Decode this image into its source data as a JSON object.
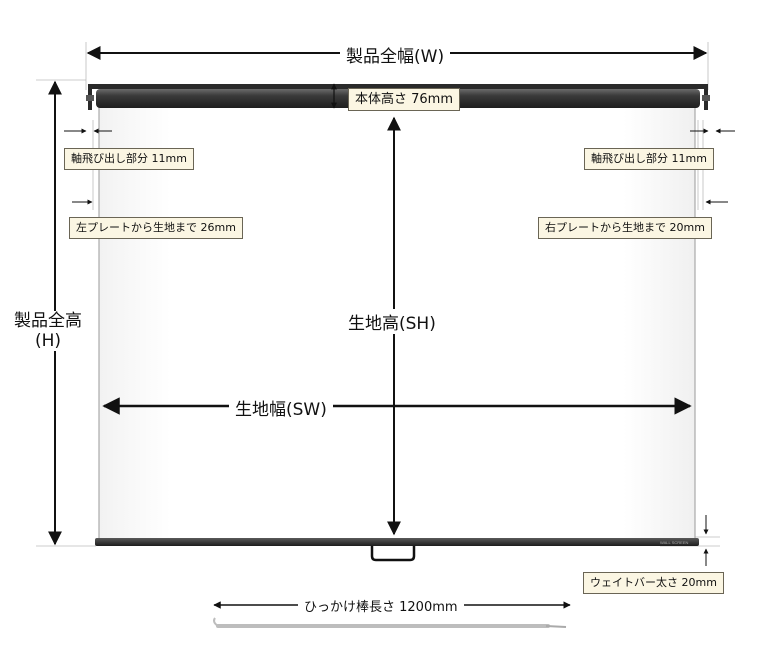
{
  "labels": {
    "total_width": "製品全幅(W)",
    "total_height_line1": "製品全高",
    "total_height_line2": "(H)",
    "fabric_height": "生地高(SH)",
    "fabric_width": "生地幅(SW)",
    "hook_rod_length": "ひっかけ棒長さ 1200mm"
  },
  "tags": {
    "body_height": "本体高さ 76mm",
    "shaft_left": "軸飛び出し部分 11mm",
    "shaft_right": "軸飛び出し部分 11mm",
    "left_plate": "左プレートから生地まで 26mm",
    "right_plate": "右プレートから生地まで 20mm",
    "weight_bar": "ウェイトバー太さ 20mm"
  },
  "colors": {
    "roller": "#3a3a3a",
    "screen": "#ffffff",
    "tag_fill": "#fbf6e3",
    "arrow": "#111111"
  }
}
